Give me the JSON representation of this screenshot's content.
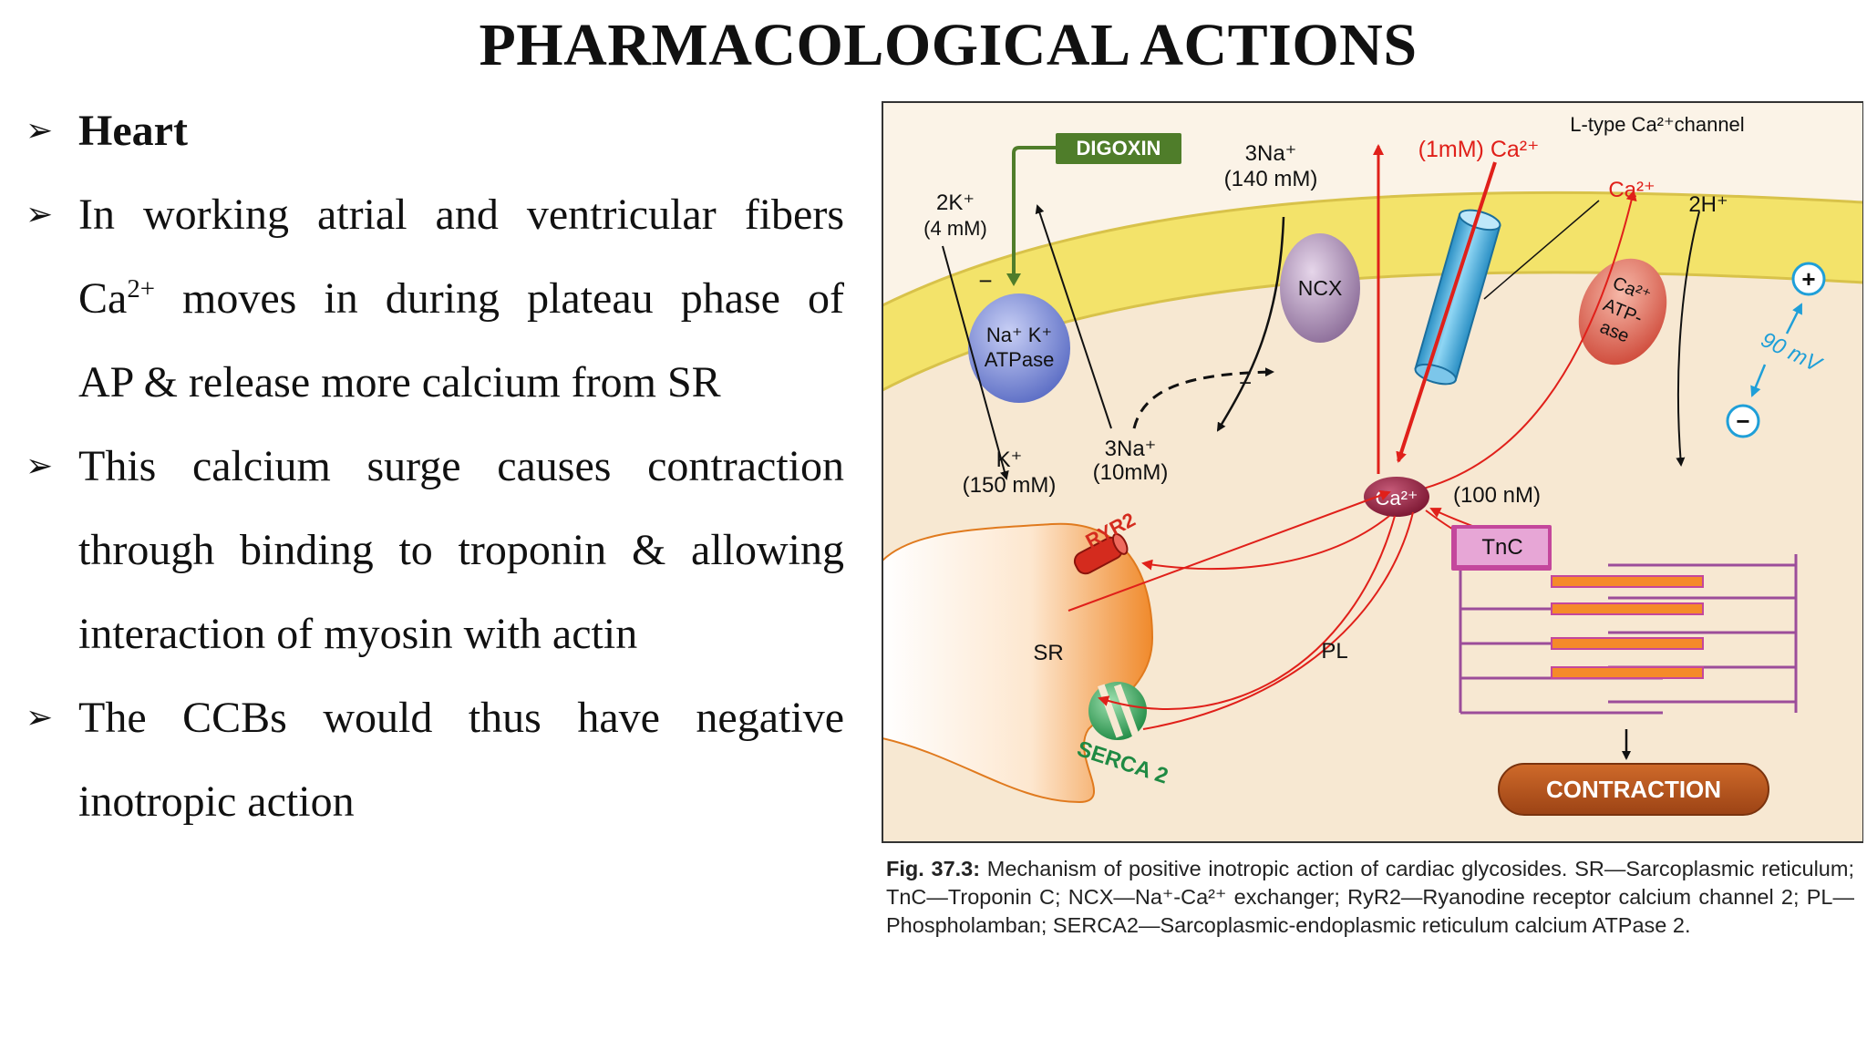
{
  "title": "PHARMACOLOGICAL ACTIONS",
  "bullet_symbol": "➢",
  "bullets": {
    "b1": "Heart",
    "b2_line1": "In working atrial and ventricular fibers",
    "b2_line2_pre": "Ca",
    "b2_line2_sup": "2+",
    "b2_line2_post": " moves in during plateau phase of",
    "b2_line3": "AP & release more calcium from SR",
    "b3_line1": "This calcium surge causes contraction",
    "b3_line2": "through binding to troponin & allowing",
    "b3_line3": "interaction of myosin with actin",
    "b4_line1": "The CCBs would thus have negative",
    "b4_line2": "inotropic action"
  },
  "figure": {
    "digoxin": "DIGOXIN",
    "k_out": "2K⁺",
    "k_out_conc": "(4 mM)",
    "na_out": "3Na⁺",
    "na_out_conc": "(140 mM)",
    "ca_out": "(1mM) Ca²⁺",
    "ltype_label": "L-type Ca²⁺channel",
    "ca_pump_label": "Ca²⁺",
    "h_label": "2H⁺",
    "pump_line1": "Na⁺ K⁺",
    "pump_line2": "ATPase",
    "ncx": "NCX",
    "atpase_line1": "Ca²⁺",
    "atpase_line2": "ATP-",
    "atpase_line3": "ase",
    "plus_sign": "+",
    "minus_sign": "−",
    "voltage": "90 mV",
    "k_in": "K⁺",
    "k_in_conc": "(150 mM)",
    "na_in": "3Na⁺",
    "na_in_conc": "(10mM)",
    "ca_center": "Ca²⁺",
    "ca_in_conc": "(100 nM)",
    "ryr2": "RYR2",
    "tnc": "TnC",
    "sr": "SR",
    "pl": "PL",
    "serca": "SERCA 2",
    "contraction": "CONTRACTION",
    "inhibit_mark": "−"
  },
  "caption": {
    "fig_label": "Fig. 37.3:",
    "text": " Mechanism of positive inotropic action of cardiac glycosides. SR—Sarcoplasmic reticulum; TnC—Troponin C; NCX—Na⁺-Ca²⁺ exchanger; RyR2—Ryanodine receptor calcium channel 2; PL—Phospholamban; SERCA2—Sarcoplasmic-endoplasmic reticulum calcium ATPase 2."
  },
  "colors": {
    "membrane": "#f3e36a",
    "cytoplasm": "#f7e8d2",
    "digoxin": "#4f7d2a",
    "pump": "#6f7fd0",
    "ncx": "#9c7fa8",
    "ca_atpase": "#d95b4a",
    "ltype": "#3aa6d6",
    "sr": "#f08a2c",
    "serca": "#2eaa55",
    "ryr2": "#d42b1e",
    "tnc": "#c4479c",
    "contraction": "#b8561c",
    "arrow_red": "#e0201a",
    "voltage": "#1f9fd8"
  }
}
